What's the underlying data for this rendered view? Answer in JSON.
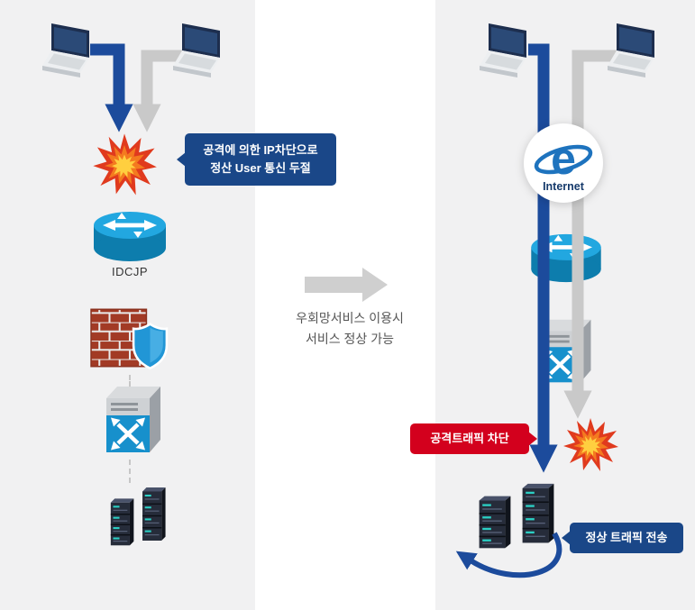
{
  "colors": {
    "panel_bg": "#f1f1f2",
    "navy": "#1a4788",
    "arrow_navy": "#1c4b9c",
    "arrow_gray": "#c9c9c9",
    "alert_red": "#d3001d",
    "router_blue": "#22a7e0",
    "shield_blue": "#2196d6",
    "ie_blue": "#1e73be"
  },
  "left_panel": {
    "attack_callout_line1": "공격에 의한 IP차단으로",
    "attack_callout_line2": "정산 User 통신 두절",
    "router_label": "IDCJP",
    "icon_names": [
      "laptop-icon",
      "laptop-icon",
      "explosion-icon",
      "router-icon",
      "firewall-icon",
      "switch-icon",
      "server-rack-icon"
    ]
  },
  "middle": {
    "caption_line1": "우회망서비스 이용시",
    "caption_line2": "서비스 정상 가능",
    "arrow_icon": "right-arrow-icon"
  },
  "right_panel": {
    "internet_glyph": "e",
    "internet_label": "Internet",
    "block_callout": "공격트래픽 차단",
    "normal_callout": "정상 트래픽 전송",
    "icon_names": [
      "laptop-icon",
      "laptop-icon",
      "internet-icon",
      "router-icon",
      "switch-icon",
      "explosion-icon",
      "server-rack-icon"
    ]
  }
}
